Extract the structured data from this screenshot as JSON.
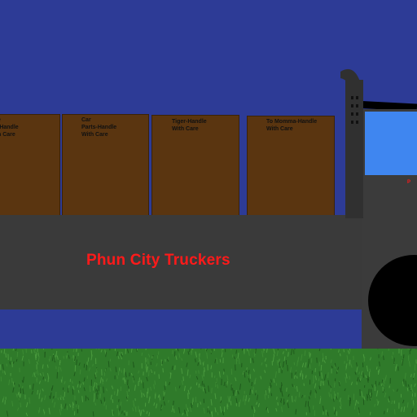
{
  "colors": {
    "sky": "#2d3b96",
    "grass": "#2f7a2a",
    "crate": "#5a3510",
    "trailer": "#3a3a3a",
    "cab": "#3b3b3b",
    "window": "#3f86f0",
    "stack": "#303030",
    "wheel": "#000000",
    "brand_text": "#ff1a1a"
  },
  "trailer": {
    "brand": "Phun City Truckers"
  },
  "crates": [
    {
      "label": "e\n-Handle\nh Care"
    },
    {
      "label": "Car\nParts-Handle\nWith Care"
    },
    {
      "label": "Tiger-Handle\nWith Care"
    },
    {
      "label": "To Momma-Handle\nWith Care"
    }
  ],
  "cab": {
    "window_text": "P"
  }
}
